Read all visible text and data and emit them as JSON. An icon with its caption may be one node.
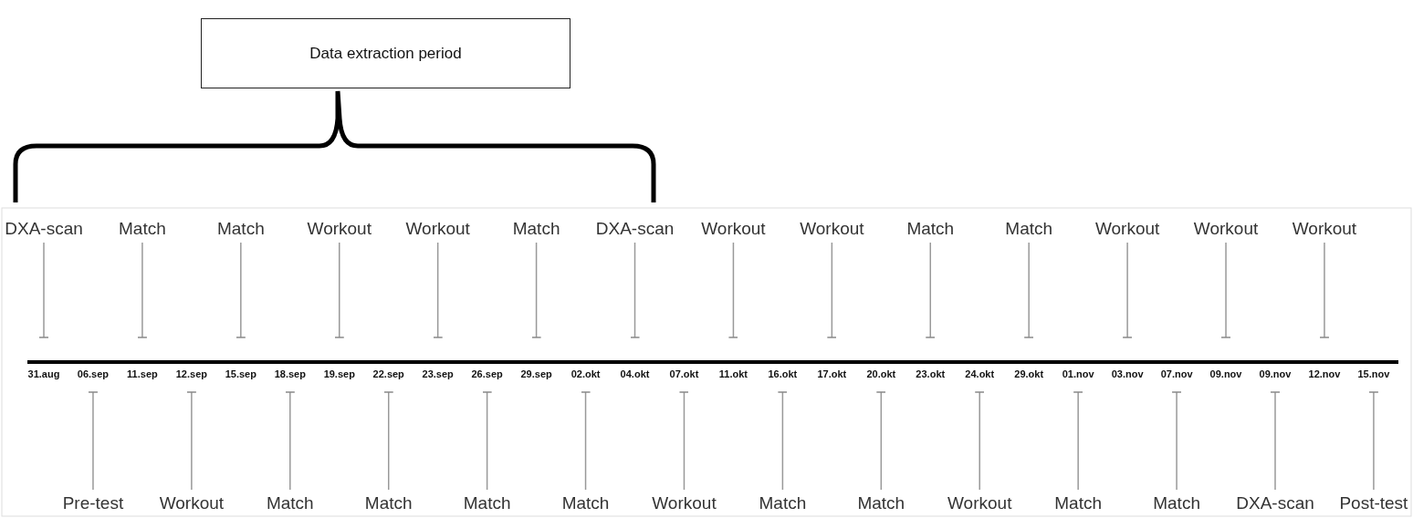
{
  "diagram": {
    "nodes": [
      {
        "text": [
          "Data extraction period"
        ]
      },
      {
        "text": [
          "DXA-scan"
        ]
      },
      {
        "text": [
          "Match"
        ]
      },
      {
        "text": [
          "Match"
        ]
      },
      {
        "text": [
          "Workout"
        ]
      },
      {
        "text": [
          "Workout"
        ]
      },
      {
        "text": [
          "Match"
        ]
      },
      {
        "text": [
          "DXA-scan"
        ]
      },
      {
        "text": [
          "Workout"
        ]
      },
      {
        "text": [
          "Workout"
        ]
      },
      {
        "text": [
          "Match"
        ]
      },
      {
        "text": [
          "Match"
        ]
      },
      {
        "text": [
          "Workout"
        ]
      },
      {
        "text": [
          "Workout"
        ]
      },
      {
        "text": [
          "Workout"
        ]
      },
      {
        "text": [
          "31.aug"
        ]
      },
      {
        "text": [
          "06.sep"
        ]
      },
      {
        "text": [
          "11.sep"
        ]
      },
      {
        "text": [
          "12.sep"
        ]
      },
      {
        "text": [
          "15.sep"
        ]
      },
      {
        "text": [
          "18.sep"
        ]
      },
      {
        "text": [
          "19.sep"
        ]
      },
      {
        "text": [
          "22.sep"
        ]
      },
      {
        "text": [
          "23.sep"
        ]
      },
      {
        "text": [
          "26.sep"
        ]
      },
      {
        "text": [
          "29.sep"
        ]
      },
      {
        "text": [
          "02.okt"
        ]
      },
      {
        "text": [
          "04.okt"
        ]
      },
      {
        "text": [
          "07.okt"
        ]
      },
      {
        "text": [
          "11.okt"
        ]
      },
      {
        "text": [
          "16.okt"
        ]
      },
      {
        "text": [
          "17.okt"
        ]
      },
      {
        "text": [
          "20.okt"
        ]
      },
      {
        "text": [
          "23.okt"
        ]
      },
      {
        "text": [
          "24.okt"
        ]
      },
      {
        "text": [
          "29.okt"
        ]
      },
      {
        "text": [
          "01.nov"
        ]
      },
      {
        "text": [
          "03.nov"
        ]
      },
      {
        "text": [
          "07.nov"
        ]
      },
      {
        "text": [
          "09.nov"
        ]
      },
      {
        "text": [
          "09.nov"
        ]
      },
      {
        "text": [
          "12.nov"
        ]
      },
      {
        "text": [
          "15.nov"
        ]
      },
      {
        "text": [
          "Pre-test"
        ]
      },
      {
        "text": [
          "Workout"
        ]
      },
      {
        "text": [
          "Match"
        ]
      },
      {
        "text": [
          "Match"
        ]
      },
      {
        "text": [
          "Match"
        ]
      },
      {
        "text": [
          "Match"
        ]
      },
      {
        "text": [
          "Workout"
        ]
      },
      {
        "text": [
          "Match"
        ]
      },
      {
        "text": [
          "Match"
        ]
      },
      {
        "text": [
          "Workout"
        ]
      },
      {
        "text": [
          "Match"
        ]
      },
      {
        "text": [
          "Match"
        ]
      },
      {
        "text": [
          "DXA-scan"
        ]
      },
      {
        "text": [
          "Post-test"
        ]
      }
    ],
    "edges": [
      {
        "from": 1,
        "to": 15,
        "arrow": "other"
      },
      {
        "from": 2,
        "to": 17,
        "arrow": "other"
      },
      {
        "from": 3,
        "to": 19,
        "arrow": "other"
      },
      {
        "from": 4,
        "to": 21,
        "arrow": "other"
      },
      {
        "from": 5,
        "to": 23,
        "arrow": "other"
      },
      {
        "from": 6,
        "to": 25,
        "arrow": "other"
      },
      {
        "from": 7,
        "to": 27,
        "arrow": "other"
      },
      {
        "from": 8,
        "to": 29,
        "arrow": "other"
      },
      {
        "from": 9,
        "to": 31,
        "arrow": "other"
      },
      {
        "from": 10,
        "to": 33,
        "arrow": "other"
      },
      {
        "from": 11,
        "to": 35,
        "arrow": "other"
      },
      {
        "from": 12,
        "to": 37,
        "arrow": "other"
      },
      {
        "from": 13,
        "to": 39,
        "arrow": "other"
      },
      {
        "from": 14,
        "to": 41,
        "arrow": "other"
      },
      {
        "from": 43,
        "to": 16,
        "arrow": "other"
      },
      {
        "from": 44,
        "to": 18,
        "arrow": "other"
      },
      {
        "from": 45,
        "to": 20,
        "arrow": "other"
      },
      {
        "from": 46,
        "to": 22,
        "arrow": "other"
      },
      {
        "from": 47,
        "to": 24,
        "arrow": "other"
      },
      {
        "from": 48,
        "to": 26,
        "arrow": "other"
      },
      {
        "from": 49,
        "to": 28,
        "arrow": "other"
      },
      {
        "from": 50,
        "to": 30,
        "arrow": "other"
      },
      {
        "from": 51,
        "to": 32,
        "arrow": "other"
      },
      {
        "from": 52,
        "to": 34,
        "arrow": "other"
      },
      {
        "from": 53,
        "to": 36,
        "arrow": "other"
      },
      {
        "from": 54,
        "to": 38,
        "arrow": "other"
      },
      {
        "from": 55,
        "to": 40,
        "arrow": "other"
      },
      {
        "from": 56,
        "to": 42,
        "arrow": "other"
      }
    ]
  }
}
